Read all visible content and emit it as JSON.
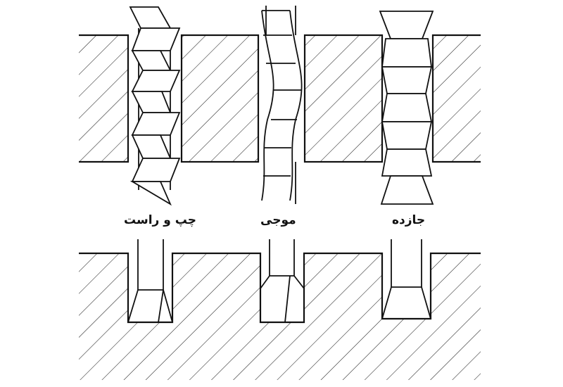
{
  "labels": {
    "zigzag": "چپ و راست",
    "wavy": "موجی",
    "inserted": "جازده"
  }
}
